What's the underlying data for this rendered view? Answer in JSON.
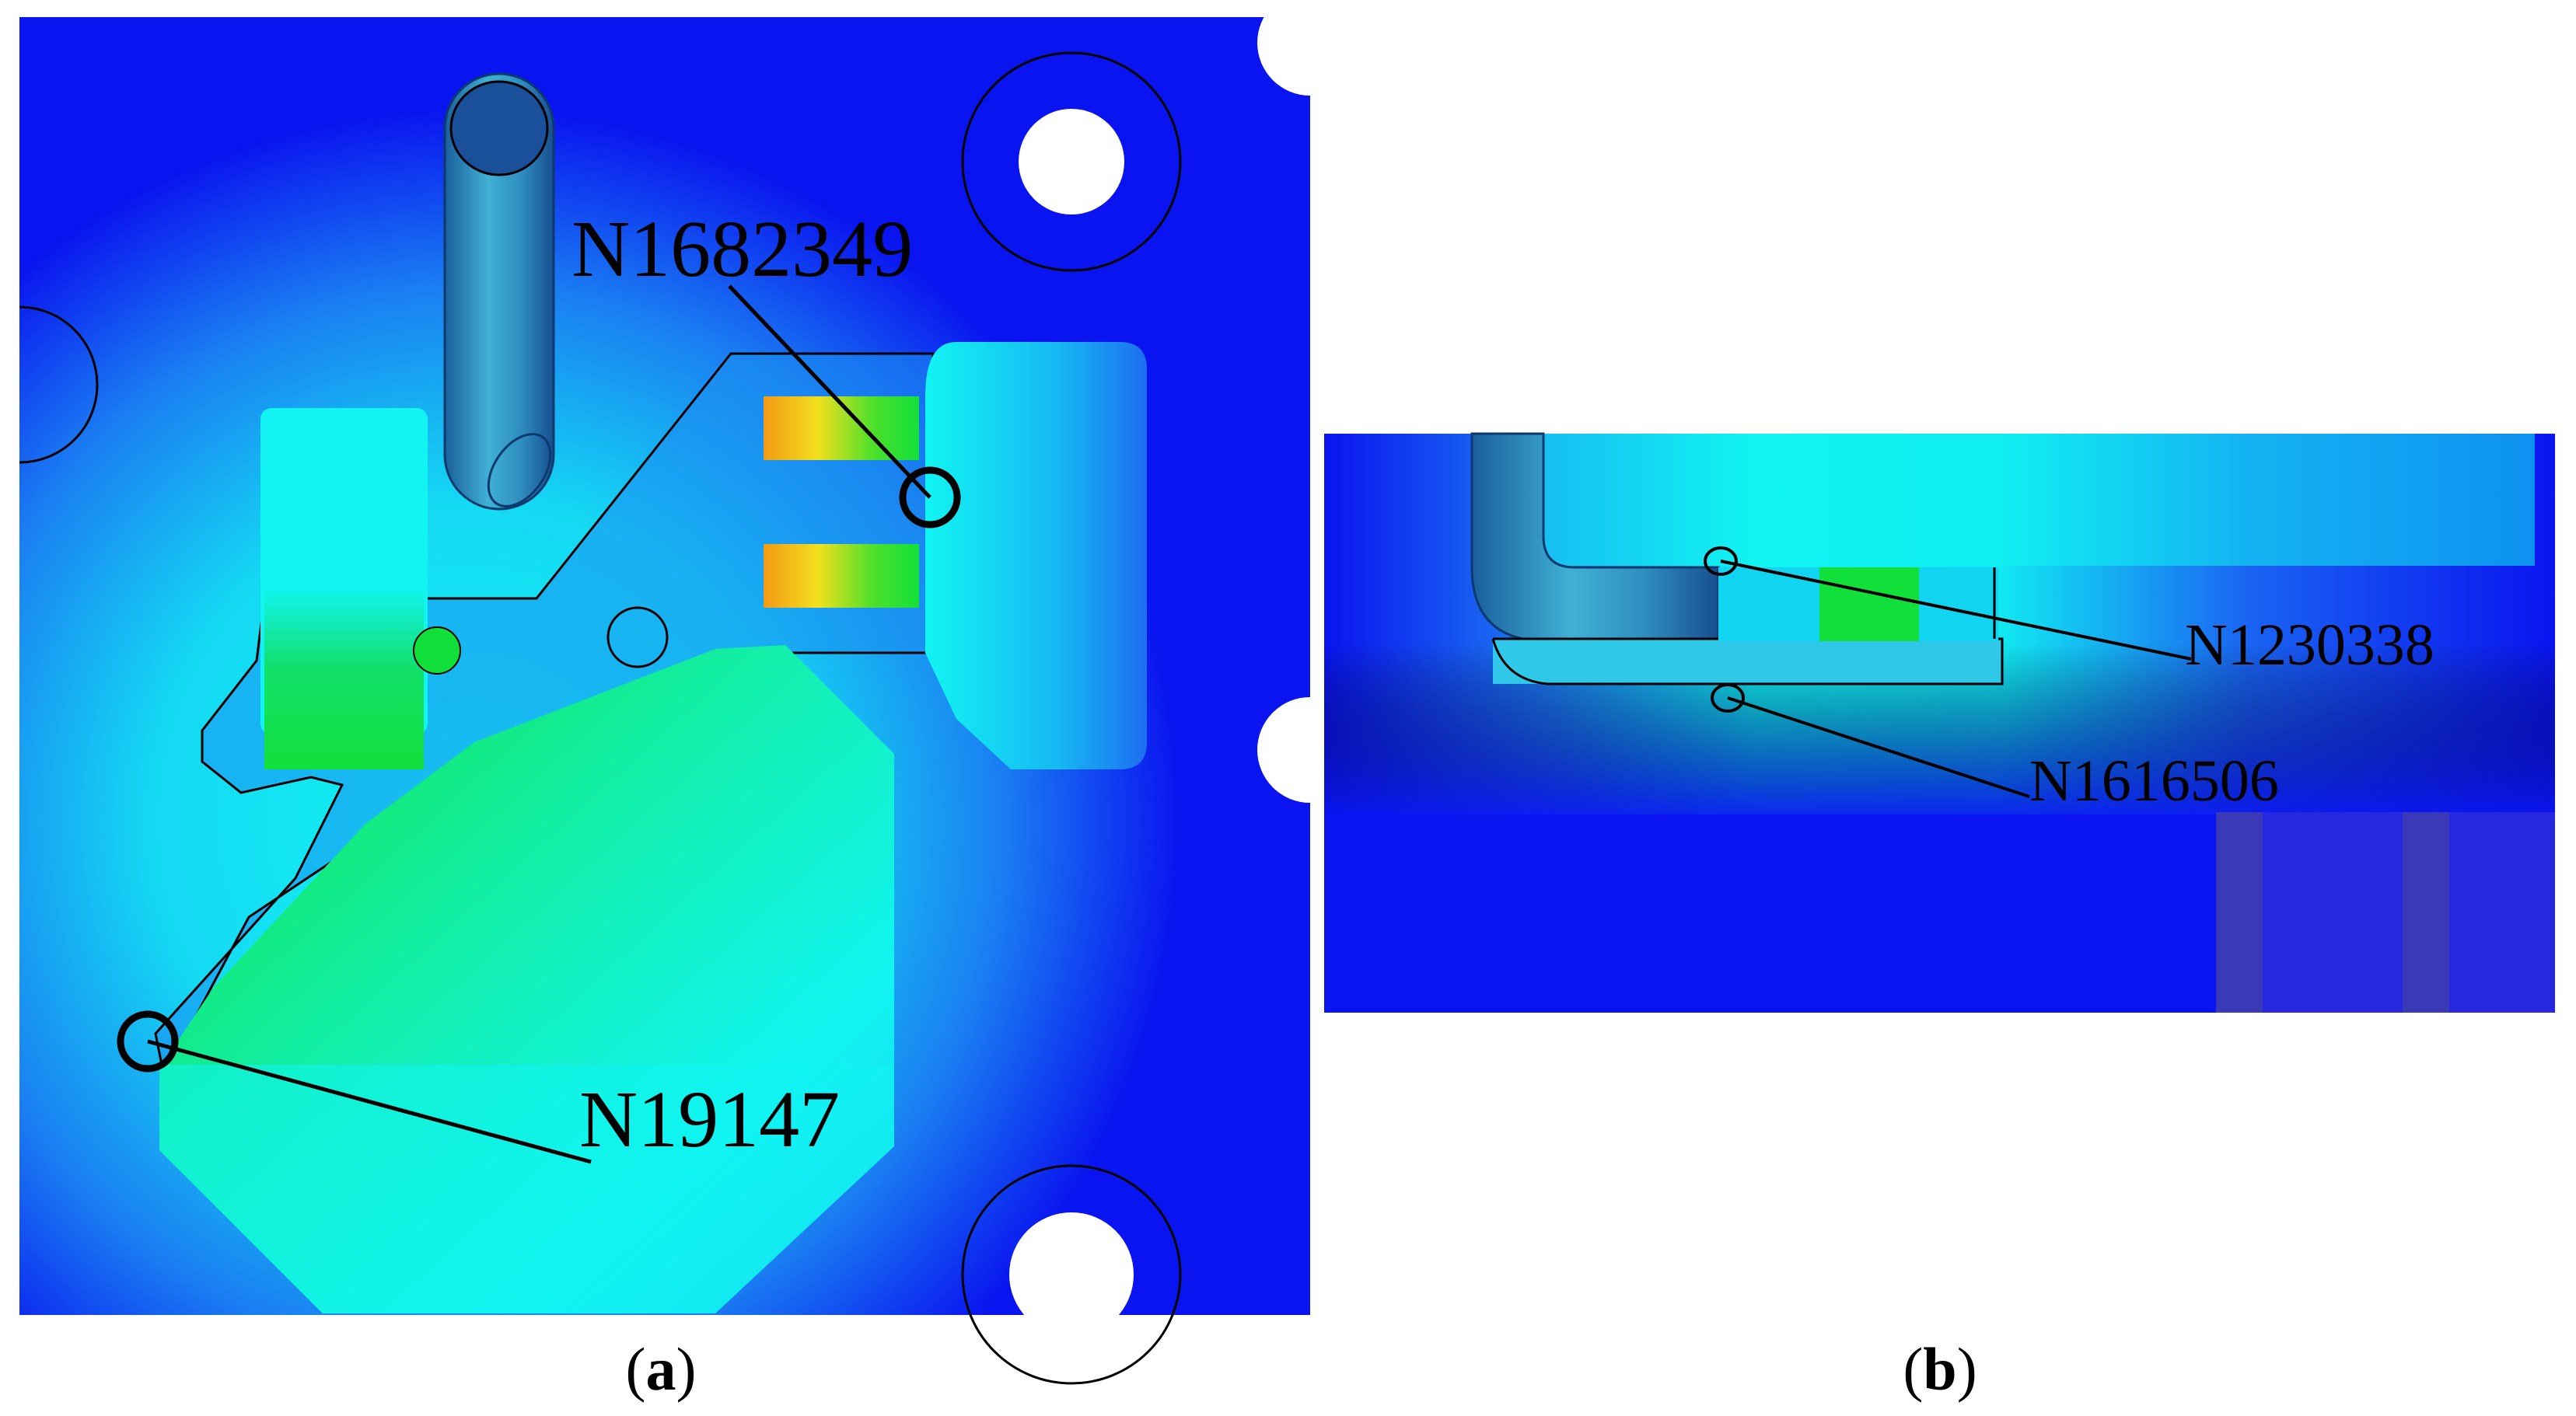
{
  "panels": [
    {
      "id": "a",
      "caption_open": "(",
      "caption_letter": "a",
      "caption_close": ")",
      "nodes": [
        "N1682349",
        "N19147"
      ]
    },
    {
      "id": "b",
      "caption_open": "(",
      "caption_letter": "b",
      "caption_close": ")",
      "nodes": [
        "N1230338",
        "N1616506"
      ]
    }
  ],
  "colors": {
    "background": "#ffffff",
    "cold_blue": "#0a14f0",
    "mid_blue": "#1e7ff2",
    "cyan": "#11f4f2",
    "green": "#12e03a",
    "yellow": "#f2d21e",
    "orange": "#f39a14",
    "steel_teal": "#2f9ec1"
  }
}
